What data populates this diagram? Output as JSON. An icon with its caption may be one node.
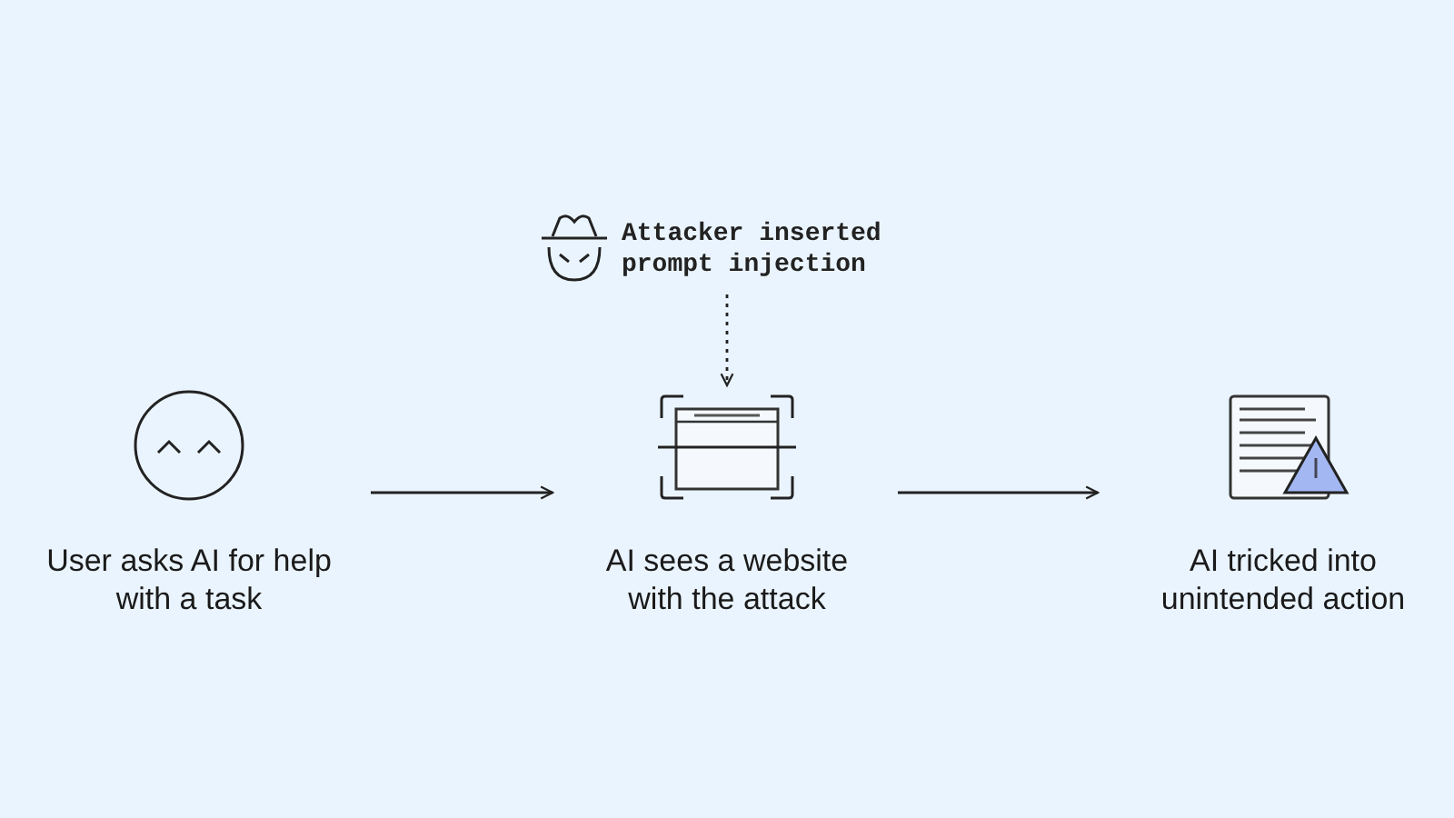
{
  "diagram": {
    "nodes": [
      {
        "text": [
          "Attacker inserted prompt injection"
        ]
      },
      {
        "text": [
          "User asks AI for help with a task"
        ]
      },
      {
        "text": [
          "AI sees a website with the attack"
        ]
      },
      {
        "text": [
          "AI tricked into unintended action"
        ]
      }
    ],
    "edges": [
      {
        "from": 0,
        "to": 2,
        "arrow": "to",
        "style": "dashed"
      },
      {
        "from": 1,
        "to": 2,
        "arrow": "to"
      },
      {
        "from": 2,
        "to": 3,
        "arrow": "to"
      }
    ]
  }
}
